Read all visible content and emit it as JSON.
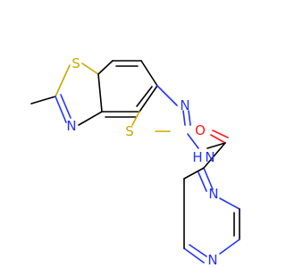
{
  "atoms": [
    {
      "id": "s1",
      "label": "S",
      "color": "#c8a800"
    },
    {
      "id": "n1",
      "label": "N",
      "color": "#2233ff"
    },
    {
      "id": "n2",
      "label": "N",
      "color": "#2233ff"
    },
    {
      "id": "s2",
      "label": "S",
      "color": "#c8a800"
    },
    {
      "id": "nh",
      "label": "H",
      "color": "#2233ff"
    },
    {
      "id": "nh_n",
      "label": "N",
      "color": "#2233ff"
    },
    {
      "id": "o1",
      "label": "O",
      "color": "#ff1a1a"
    },
    {
      "id": "n3",
      "label": "N",
      "color": "#2233ff"
    },
    {
      "id": "n4",
      "label": "N",
      "color": "#2233ff"
    }
  ]
}
